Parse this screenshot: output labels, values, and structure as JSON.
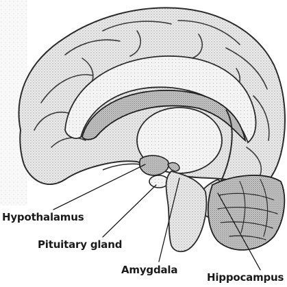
{
  "diagram": {
    "labels": {
      "hypothalamus": "Hypothalamus",
      "pituitary_gland": "Pituitary gland",
      "amygdala": "Amygdala",
      "hippocampus": "Hippocampus"
    }
  }
}
